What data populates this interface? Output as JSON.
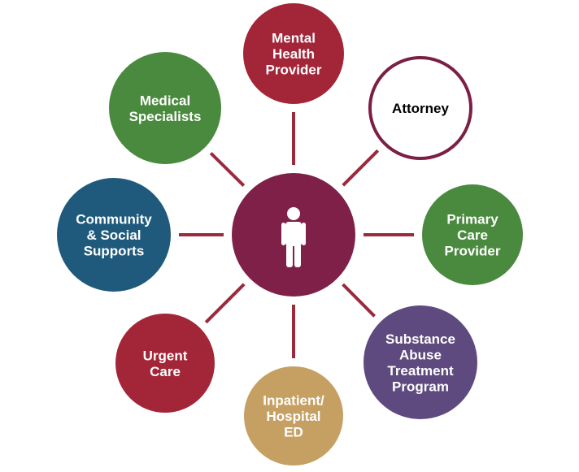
{
  "diagram": {
    "center": {
      "icon": "person-icon",
      "color": "#7f2049"
    },
    "connector_color": "#9b2a3c",
    "nodes": [
      {
        "id": "mental-health-provider",
        "lines": [
          "Mental",
          "Health",
          "Provider"
        ],
        "fill": "#a32638",
        "text_color": "#ffffff"
      },
      {
        "id": "attorney",
        "lines": [
          "Attorney"
        ],
        "fill": "#ffffff",
        "stroke": "#7b1f45",
        "text_color": "#000000"
      },
      {
        "id": "primary-care-provider",
        "lines": [
          "Primary",
          "Care",
          "Provider"
        ],
        "fill": "#4a8a3e",
        "text_color": "#ffffff"
      },
      {
        "id": "substance-abuse-treatment-program",
        "lines": [
          "Substance",
          "Abuse",
          "Treatment",
          "Program"
        ],
        "fill": "#5e4a7e",
        "text_color": "#ffffff"
      },
      {
        "id": "inpatient-hospital-ed",
        "lines": [
          "Inpatient/",
          "Hospital",
          "ED"
        ],
        "fill": "#c6a063",
        "text_color": "#ffffff"
      },
      {
        "id": "urgent-care",
        "lines": [
          "Urgent",
          "Care"
        ],
        "fill": "#a32638",
        "text_color": "#ffffff"
      },
      {
        "id": "community-social-supports",
        "lines": [
          "Community",
          "& Social",
          "Supports"
        ],
        "fill": "#1f5a7d",
        "text_color": "#ffffff"
      },
      {
        "id": "medical-specialists",
        "lines": [
          "Medical",
          "Specialists"
        ],
        "fill": "#4a8a3e",
        "text_color": "#ffffff"
      }
    ]
  }
}
